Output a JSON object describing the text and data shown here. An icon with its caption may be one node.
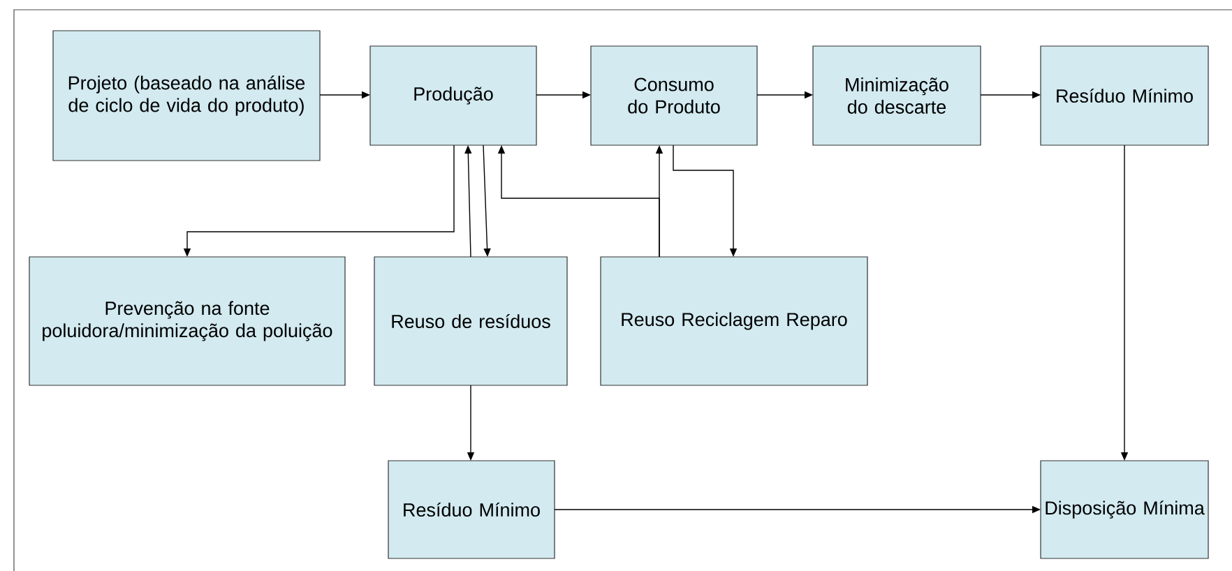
{
  "diagram": {
    "nodes": [
      {
        "text": [
          "Projeto (baseado na análise de ciclo de vida do produto)"
        ]
      },
      {
        "text": [
          "Produção"
        ]
      },
      {
        "text": [
          "Consumo do Produto"
        ]
      },
      {
        "text": [
          "Minimização do descarte"
        ]
      },
      {
        "text": [
          "Resíduo Mínimo"
        ]
      },
      {
        "text": [
          "Prevenção na fonte poluidora/minimização da poluição"
        ]
      },
      {
        "text": [
          "Reuso de resíduos"
        ]
      },
      {
        "text": [
          "Reuso Reciclagem Reparo"
        ]
      },
      {
        "text": [
          "Resíduo Mínimo"
        ]
      },
      {
        "text": [
          "Disposição Mínima"
        ]
      }
    ],
    "edges": [
      {
        "from": 0,
        "to": 1,
        "arrow": "to"
      },
      {
        "from": 1,
        "to": 2,
        "arrow": "to"
      },
      {
        "from": 2,
        "to": 3,
        "arrow": "to"
      },
      {
        "from": 3,
        "to": 4,
        "arrow": "to"
      },
      {
        "from": 1,
        "to": 5,
        "arrow": "to"
      },
      {
        "from": 6,
        "to": 1,
        "arrow": "to"
      },
      {
        "from": 1,
        "to": 6,
        "arrow": "to"
      },
      {
        "from": 7,
        "to": 1,
        "arrow": "to"
      },
      {
        "from": 7,
        "to": 2,
        "arrow": "to"
      },
      {
        "from": 2,
        "to": 7,
        "arrow": "to"
      },
      {
        "from": 6,
        "to": 8,
        "arrow": "to"
      },
      {
        "from": 4,
        "to": 9,
        "arrow": "to"
      },
      {
        "from": 8,
        "to": 9,
        "arrow": "to"
      }
    ]
  }
}
